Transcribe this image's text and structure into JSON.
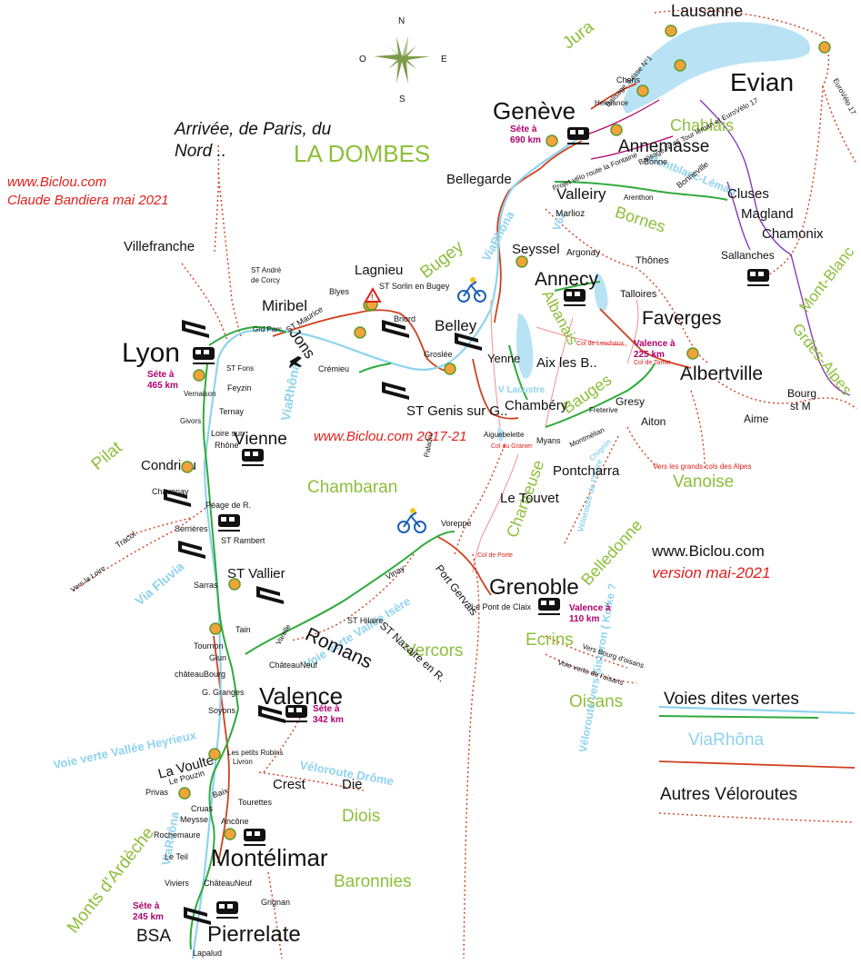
{
  "compass": {
    "north": "N",
    "south": "S",
    "east": "E",
    "west": "O"
  },
  "credits": {
    "site_top": "www.Biclou.com",
    "author": "Claude Bandiera  mai 2021",
    "site_center": "www.Biclou.com 2017-21",
    "site_bottom": "www.Biclou.com",
    "version": "version mai-2021"
  },
  "arrival_note": {
    "line1": "Arrivée, de Paris,  du",
    "line2": "Nord .."
  },
  "regions": {
    "dombes": "LA DOMBES",
    "jura": "Jura",
    "bugey": "Bugey",
    "chablais": "Chablais",
    "bornes": "Bornes",
    "albanais": "Albanais",
    "bauges": "Bauges",
    "pilat": "Pilat",
    "chambaran": "Chambaran",
    "chartreuse": "Chartreuse",
    "belledonne": "Belledonne",
    "vanoise": "Vanoise",
    "vercors": "Vercors",
    "ecrins": "Ecrins",
    "oisans": "Oisans",
    "diois": "Diois",
    "baronnies": "Baronnies",
    "monts_ardeche": "Monts d'Ardèche",
    "mont_blanc": "Mont-Blanc",
    "grdes_alpes": "Grdes-Alpes"
  },
  "cities": {
    "lausanne": "Lausanne",
    "evian": "Evian",
    "geneve": "Genève",
    "annemasse": "Annemasse",
    "valleiry": "Valleiry",
    "cluses": "Cluses",
    "magland": "Magland",
    "chamonix": "Chamonix",
    "sallanches": "Sallanches",
    "bellegarde": "Bellegarde",
    "seyssel": "Seyssel",
    "annecy": "Annecy",
    "faverges": "Faverges",
    "albertville": "Albertville",
    "lagnieu": "Lagnieu",
    "belley": "Belley",
    "miribel": "Miribel",
    "jons": "Jons",
    "lyon": "Lyon",
    "villefranche": "Villefranche",
    "yenne": "Yenne",
    "aix": "Aix les B..",
    "chambery": "Chambéry",
    "st_genis": "ST Genis sur G..",
    "vienne": "Vienne",
    "condrieu": "Condrieu",
    "pontcharra": "Pontcharra",
    "le_touvet": "Le Touvet",
    "grenoble": "Grenoble",
    "st_vallier": "ST Vallier",
    "romans": "Romans",
    "valence": "Valence",
    "la_voulte": "La Voulte",
    "crest": "Crest",
    "die": "Die",
    "montelimar": "Montélimar",
    "pierrelate": "Pierrelate",
    "bsa": "BSA",
    "bourg_st_m1": "Bourg",
    "bourg_st_m2": "st M",
    "aime": "Aime",
    "aiton": "Aiton",
    "gresy": "Gresy"
  },
  "towns": {
    "chens": "Chens",
    "hermance": "Hermance",
    "bonne": "Bonne",
    "arenthon": "Arenthon",
    "bonneville": "Bonneville",
    "marlioz": "Marlioz",
    "argonay": "Argonay",
    "thones": "Thônes",
    "talloires": "Talloires",
    "st_andre_1": "ST André",
    "st_andre_2": "de Corcy",
    "blyes": "Blyes",
    "st_maurice": "ST Maurice",
    "grd_parc": "Grd Parc",
    "st_sorlin": "ST Sorlin en Bugey",
    "briord": "Briord",
    "groslee": "Groslée",
    "cremieu": "Crémieu",
    "st_fons": "ST Fons",
    "vernaison": "Vernaison",
    "feyzin": "Feyzin",
    "ternay": "Ternay",
    "givors": "Givors",
    "loire_1": "Loire sur",
    "loire_2": "Rhône",
    "aiguebelette": "Aiguebelette",
    "myans": "Myans",
    "montmelian": "Montmélian",
    "freterive": "Freterive",
    "chignin": "Chignin",
    "paladru": "Paladru",
    "chavanay": "Chavanay",
    "peage": "Péage de R.",
    "serrieres": "Serrières",
    "st_rambert": "ST Rambert",
    "tracol": "Tracol",
    "voreppe": "Voreppe",
    "vinay": "Vinay",
    "port_gervais": "Port Gervais",
    "le_pont_de_claix": "Le Pont de Claix",
    "sarras": "Sarras",
    "tain": "Tain",
    "tournon": "Tournon",
    "glun": "Glun",
    "chateaubourg": "châteauBourg",
    "chateauneuf_1": "ChâteauNeuf",
    "st_hilaire": "ST Hilaire",
    "st_nazaire": "ST Nazaire en R.",
    "varelle": "Varelle",
    "g_granges": "G. Granges",
    "soyons": "Soyons",
    "petits_robins": "Les petits Robins",
    "livron": "Livron",
    "le_pouzin": "Le Pouzin",
    "privas": "Privas",
    "baix": "Baix",
    "cruas": "Cruas",
    "tourettes": "Tourettes",
    "meysse": "Meysse",
    "ancone": "Ancône",
    "rochemaure": "Rochemaure",
    "le_teil": "Le Teil",
    "viviers": "Viviers",
    "chateauneuf_2": "ChâteauNeuf",
    "grignan": "Grignan",
    "lapalud": "Lapalud"
  },
  "route_labels": {
    "balisage_suisse": "Balisage Suisse N°1",
    "balisage_46": "Balisage N°46 Tour léman et EuroVélo 17",
    "eurovelo17": "EuroVélo 17",
    "projet_fontaine": "Projet vélo route la Fontaine",
    "montblanc_leman": "Montblanc-Léman",
    "viarhona_north": "ViaRhôna",
    "viarhona_lyon": "ViaRhôna",
    "viarhona_south": "ViaRhôna",
    "v62": "V62",
    "v_lacustre": "V Lacustre",
    "via_fluvia": "Via Fluvia",
    "voie_isere": "Voie verte Vallée Isère",
    "voie_heyrieux": "Voie verte Vallée Heyrieux",
    "veloroute_drome": "Véloroute Drôme",
    "veloroute_sisteron": "Véloroute vers Sisteron ( Kolke ?",
    "isere_route": "Véloroute de l'Isère",
    "vers_loire": "Vers la Loire",
    "col_leschaux": "Col de Leschaux",
    "col_tamie": "Col de Tamie",
    "col_granier": "Col du Granier",
    "col_porte": "Col de Porte",
    "grands_cols": "Vers les grands cols des  Alpes",
    "vers_bourg_1": "Vers Bourg d'oisans",
    "vers_bourg_2": "Voie verte de l'oisans"
  },
  "train_badges": {
    "geneve_1": "Séte à",
    "geneve_2": "690 km",
    "lyon_1": "Séte à",
    "lyon_2": "465 km",
    "valence_1": "Séte à",
    "valence_2": "342 km",
    "bsa_1": "Séte à",
    "bsa_2": "245 km",
    "faverges_1": "Valence à",
    "faverges_2": "225 km",
    "grenoble_1": "Valence à",
    "grenoble_2": "110 km"
  },
  "legend": {
    "green_label": "Voies dites vertes",
    "blue_label": "ViaRhôna",
    "brown_label": "Autres Véloroutes",
    "green_color": "#2faa3c",
    "blue_color": "#8fd3ee",
    "brown_color": "#d0401e",
    "dotted_color": "#d0401e"
  },
  "colors": {
    "lake": "#b9e3f5",
    "region_green": "#8dbf3a",
    "route_magenta": "#b0006d",
    "route_purple": "#8a3ab9"
  }
}
